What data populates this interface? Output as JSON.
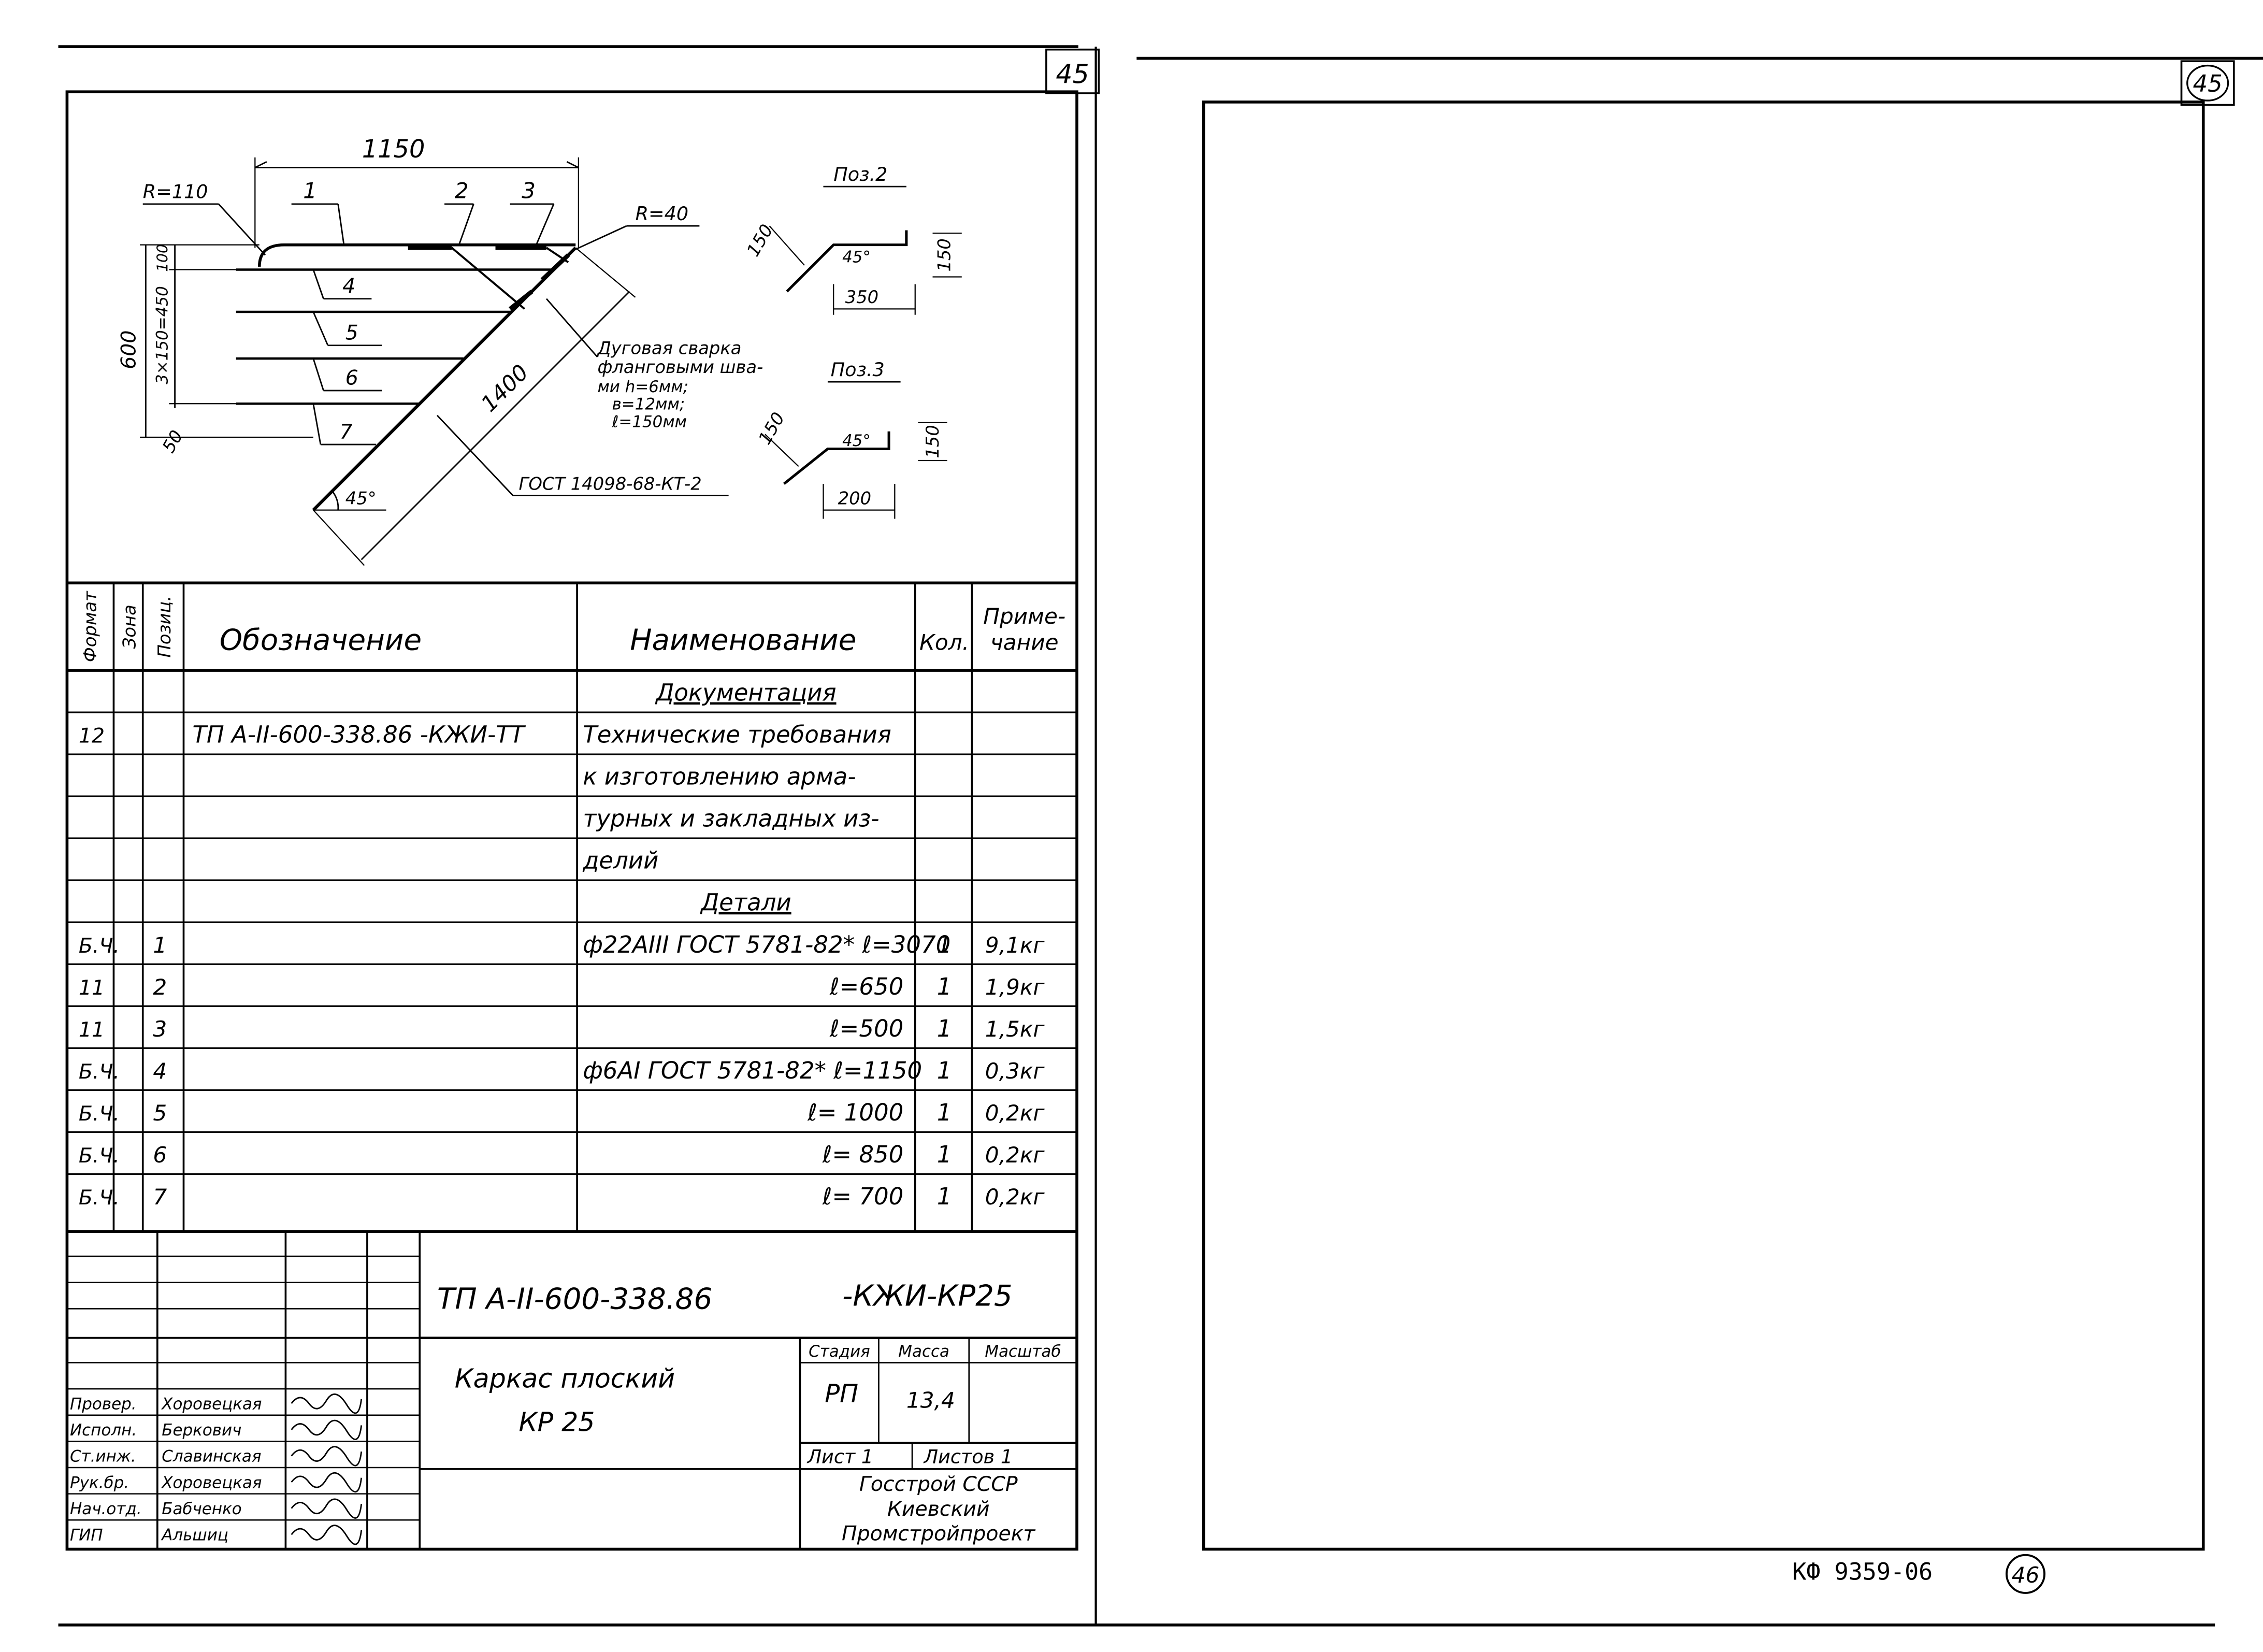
{
  "page_numbers": {
    "left": "45",
    "right": "45",
    "bottom": "46"
  },
  "drawing": {
    "dim_top": "1150",
    "r_left": "R=110",
    "r_right": "R=40",
    "dim_total": "600",
    "dim_spacing": "3×150=450",
    "dim_100": "100",
    "dim_50": "50",
    "dim_diag": "1400",
    "angle": "45°",
    "labels": [
      "1",
      "2",
      "3",
      "4",
      "5",
      "6",
      "7"
    ],
    "weld_note": [
      "Дуговая сварка",
      "фланговыми шва-",
      "ми h=6мм;",
      "в=12мм;",
      "ℓ=150мм"
    ],
    "gost": "ГОСТ 14098-68-КТ-2",
    "poz2": {
      "title": "Поз.2",
      "dim_a": "150",
      "dim_b": "150",
      "dim_w": "350",
      "angle": "45°"
    },
    "poz3": {
      "title": "Поз.3",
      "dim_a": "150",
      "dim_b": "150",
      "dim_w": "200",
      "angle": "45°"
    }
  },
  "table": {
    "headers": {
      "format": "Формат",
      "zone": "Зона",
      "pos": "Позиц.",
      "designation": "Обозначение",
      "name": "Наименование",
      "qty": "Кол.",
      "note1": "Приме-",
      "note2": "чание"
    },
    "rows": [
      {
        "fmt": "",
        "pos": "",
        "des": "",
        "name": "Документация",
        "qty": "",
        "note": ""
      },
      {
        "fmt": "12",
        "pos": "",
        "des": "ТП А-II-600-338.86 -КЖИ-ТТ",
        "name": "Технические требования",
        "qty": "",
        "note": ""
      },
      {
        "fmt": "",
        "pos": "",
        "des": "",
        "name": "к изготовлению арма-",
        "qty": "",
        "note": ""
      },
      {
        "fmt": "",
        "pos": "",
        "des": "",
        "name": "турных и закладных из-",
        "qty": "",
        "note": ""
      },
      {
        "fmt": "",
        "pos": "",
        "des": "",
        "name": "делий",
        "qty": "",
        "note": ""
      },
      {
        "fmt": "",
        "pos": "",
        "des": "",
        "name": "Детали",
        "qty": "",
        "note": ""
      },
      {
        "fmt": "Б.Ч.",
        "pos": "1",
        "des": "",
        "name": "ф22АIII ГОСТ 5781-82* ℓ=3070",
        "qty": "1",
        "note": "9,1кг"
      },
      {
        "fmt": "11",
        "pos": "2",
        "des": "",
        "name": "ℓ=650",
        "qty": "1",
        "note": "1,9кг"
      },
      {
        "fmt": "11",
        "pos": "3",
        "des": "",
        "name": "ℓ=500",
        "qty": "1",
        "note": "1,5кг"
      },
      {
        "fmt": "Б.Ч.",
        "pos": "4",
        "des": "",
        "name": "ф6АI ГОСТ 5781-82* ℓ=1150",
        "qty": "1",
        "note": "0,3кг"
      },
      {
        "fmt": "Б.Ч.",
        "pos": "5",
        "des": "",
        "name": "ℓ= 1000",
        "qty": "1",
        "note": "0,2кг"
      },
      {
        "fmt": "Б.Ч.",
        "pos": "6",
        "des": "",
        "name": "ℓ= 850",
        "qty": "1",
        "note": "0,2кг"
      },
      {
        "fmt": "Б.Ч.",
        "pos": "7",
        "des": "",
        "name": "ℓ= 700",
        "qty": "1",
        "note": "0,2кг"
      }
    ]
  },
  "title_block": {
    "doc_code": "ТП А-II-600-338.86",
    "doc_suffix": "-КЖИ-КР25",
    "object_name_1": "Каркас плоский",
    "object_name_2": "КР 25",
    "stage_label": "Стадия",
    "mass_label": "Масса",
    "scale_label": "Масштаб",
    "stage": "РП",
    "mass": "13,4",
    "sheet": "Лист 1",
    "sheets": "Листов 1",
    "org": [
      "Госстрой СССР",
      "Киевский",
      "Промстройпроект"
    ],
    "staff": [
      {
        "role": "Провер.",
        "name": "Хоровецкая"
      },
      {
        "role": "Исполн.",
        "name": "Беркович"
      },
      {
        "role": "Ст.инж.",
        "name": "Славинская"
      },
      {
        "role": "Рук.бр.",
        "name": "Хоровецкая"
      },
      {
        "role": "Нач.отд.",
        "name": "Бабченко"
      },
      {
        "role": "ГИП",
        "name": "Альшиц"
      }
    ]
  },
  "stamp": "КФ 9359-06"
}
